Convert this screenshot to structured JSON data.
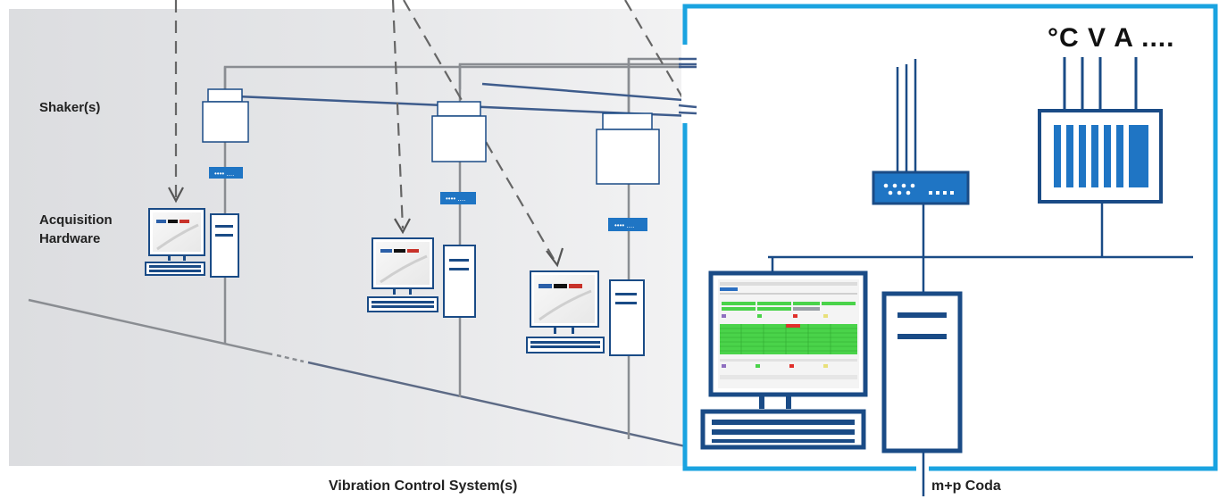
{
  "labels": {
    "shaker": "Shaker(s)",
    "acquisition": "Acquisition Hardware",
    "vcs": "Vibration Control System(s)",
    "coda": "m+p Coda",
    "measurands": "°C V A ...."
  },
  "colors": {
    "background_panel": "#e4e5e7",
    "cable_gray": "#8a8d92",
    "cable_blue": "#3e5c8c",
    "coda_frame": "#1aa3e0",
    "device_blue": "#1a4b86",
    "status_green": "#4ad34a",
    "status_red": "#e0302b"
  },
  "icons": [
    "computer-icon",
    "tower-icon",
    "shaker-icon",
    "switch-icon",
    "daq-module-icon",
    "keyboard-icon"
  ]
}
